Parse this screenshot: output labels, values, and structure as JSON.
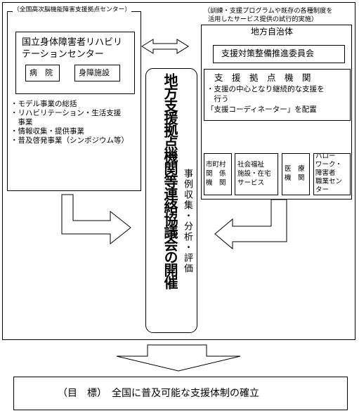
{
  "left_panel": {
    "caption": "（全国高次脳機能障害支援拠点センター）",
    "center_name_line1": "国立身体障害者リハビリ",
    "center_name_line2": "テーションセンター",
    "hospital": "病　院",
    "facility": "身障施設",
    "roles": [
      "・モデル事業の総括",
      "・リハビリテーション・生活支援",
      "　事業",
      "・情報収集・提供事業",
      "・普及啓発事業（シンポジウム等）"
    ]
  },
  "right_panel": {
    "caption_line1": "（訓練・支援プログラムや既存の各種制度を",
    "caption_line2": "活用したサービス提供の試行的実施）",
    "title": "地方自治体",
    "committee": "支援対策整備推進委員会",
    "hub_title": "支　援　拠　点　機　関",
    "hub_line1": "・支援の中心となり継続的な支援を",
    "hub_line2": "　行う",
    "hub_line3": "「支援コーディネーター」を配置",
    "orgs": [
      "市町村\n関　係\n機　関",
      "社会福祉\n施設・在宅\nサービス",
      "医　療\n機　関",
      "ハロー\nワーク・\n障害者\n職業セン\nター"
    ]
  },
  "center": {
    "meeting": "地方支援拠点機関等連絡協議会の開催",
    "activity": "事例収集・分析・評価"
  },
  "goal": {
    "text": "（目　標）　全国に普及可能な支援体制の確立"
  }
}
